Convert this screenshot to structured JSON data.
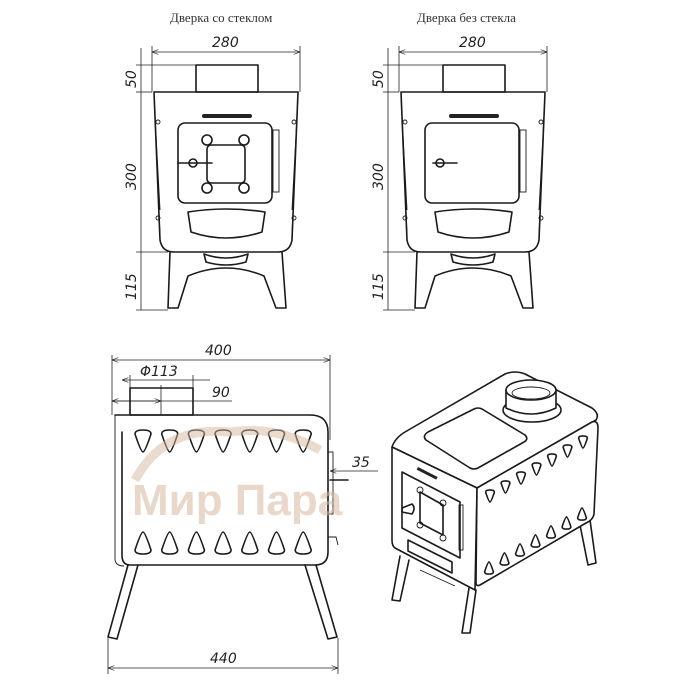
{
  "titles": {
    "with_glass": "Дверка со стеклом",
    "without_glass": "Дверка без стекла"
  },
  "front_dimensions": {
    "width": "280",
    "chimney_height": "50",
    "body_height": "300",
    "legs_height": "115"
  },
  "side_dimensions": {
    "length": "400",
    "chimney_diameter": "Φ113",
    "chimney_offset": "90",
    "door_protrusion": "35",
    "legs_span": "440"
  },
  "watermark": {
    "text": "Мир Пара",
    "color": "#d8b8a0"
  },
  "colors": {
    "line": "#1a1a1a",
    "background": "#ffffff"
  }
}
